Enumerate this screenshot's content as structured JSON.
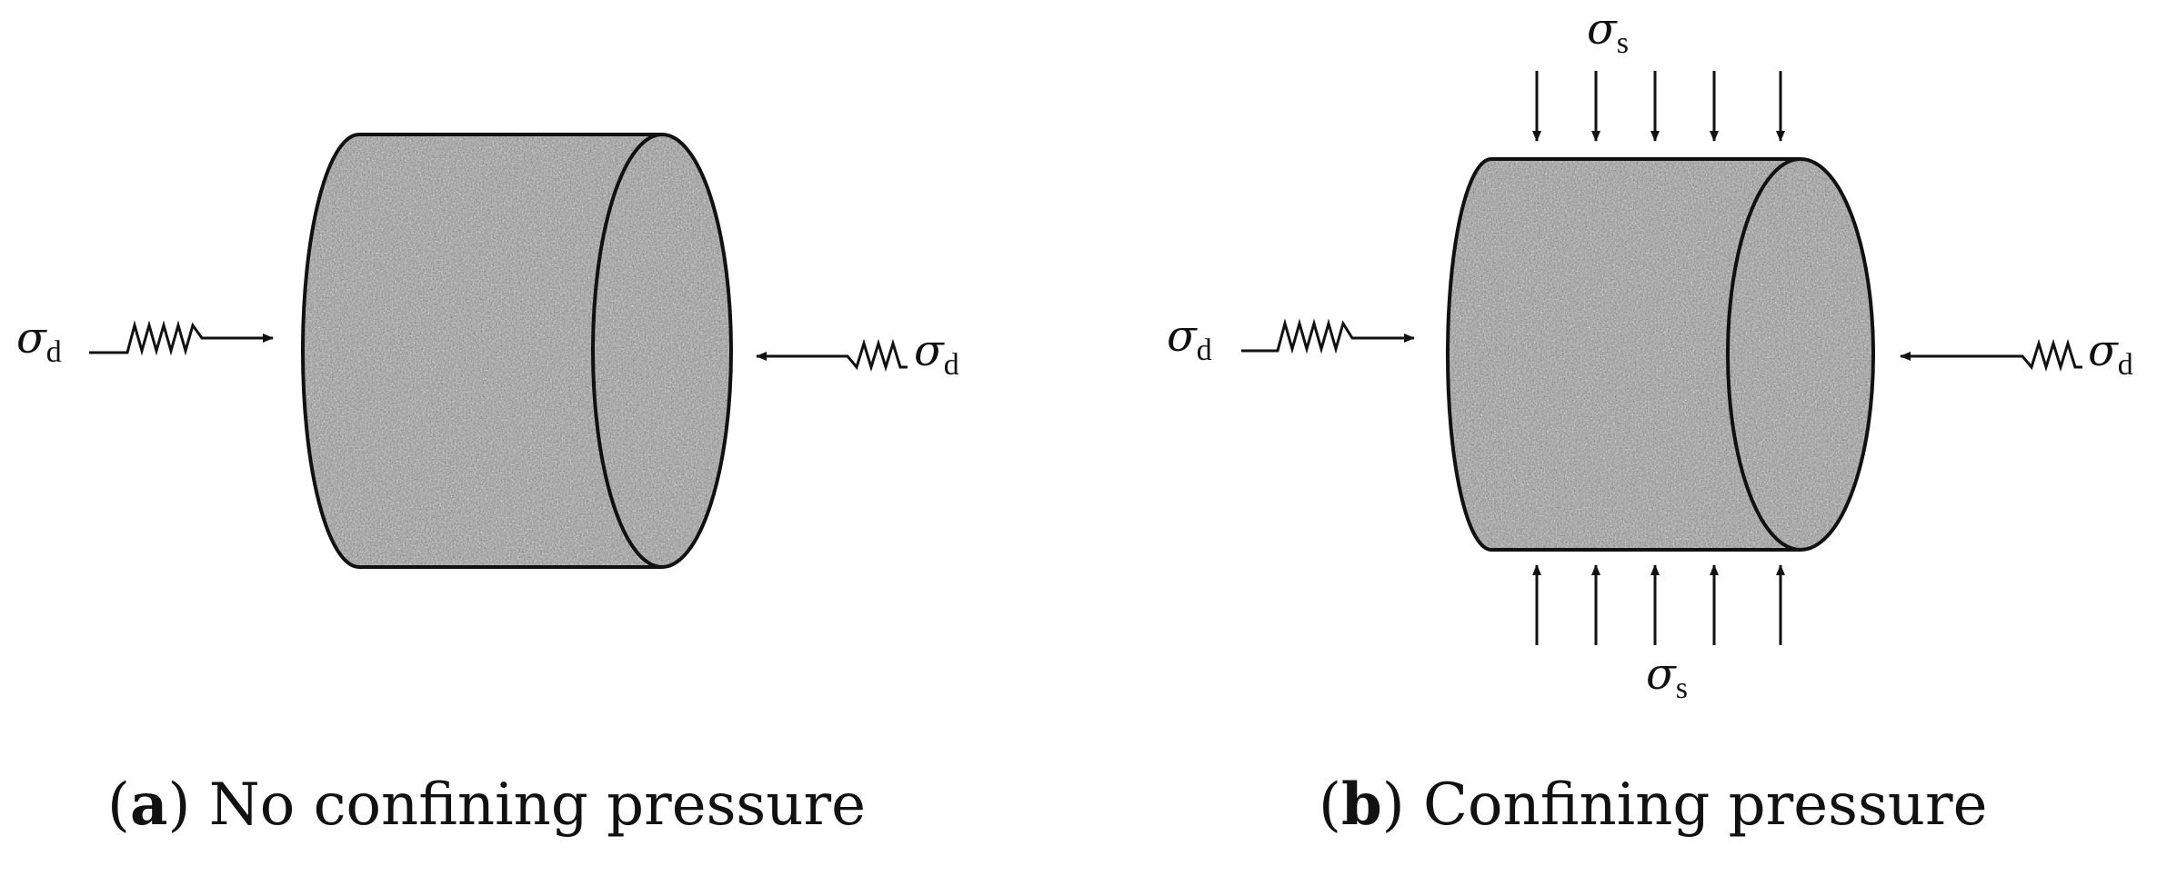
{
  "colors": {
    "ink": "#111111",
    "specimen_base": "#9a9a9a",
    "background": "#ffffff"
  },
  "panel_a": {
    "caption": {
      "letter": "a",
      "text": "No confining pressure"
    },
    "stress_left": {
      "symbol": "σ",
      "subscript": "d"
    },
    "stress_right": {
      "symbol": "σ",
      "subscript": "d"
    }
  },
  "panel_b": {
    "caption": {
      "letter": "b",
      "text": "Confining pressure"
    },
    "stress_left": {
      "symbol": "σ",
      "subscript": "d"
    },
    "stress_right": {
      "symbol": "σ",
      "subscript": "d"
    },
    "stress_top": {
      "symbol": "σ",
      "subscript": "s"
    },
    "stress_bottom": {
      "symbol": "σ",
      "subscript": "s"
    }
  }
}
